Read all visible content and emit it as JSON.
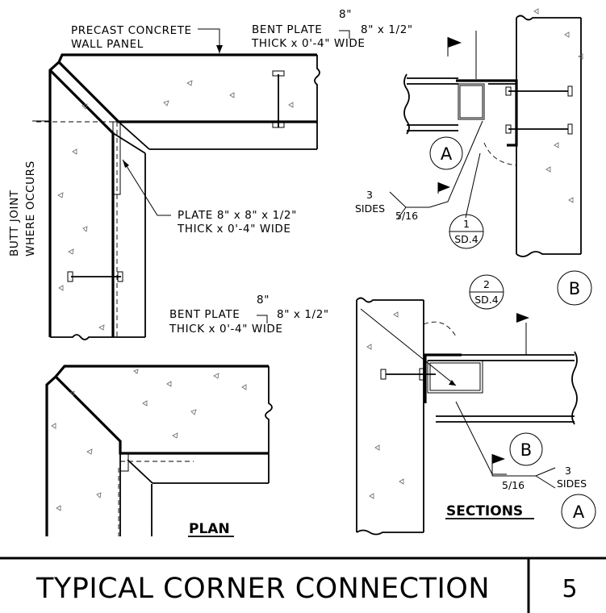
{
  "plan_detail": {
    "wall_panel_label_line1": "PRECAST CONCRETE",
    "wall_panel_label_line2": "WALL PANEL",
    "butt_joint_line1": "BUTT JOINT",
    "butt_joint_line2": "WHERE OCCURS",
    "plate_label_line1": "PLATE 8\" x 8\" x 1/2\"",
    "plate_label_line2": "THICK x 0'-4\" WIDE",
    "bent_plate_upper": {
      "dim_top": "8\"",
      "line1_left": "BENT PLATE",
      "line1_right": "8\" x 1/2\"",
      "line2": "THICK x 0'-4\" WIDE"
    },
    "bent_plate_lower": {
      "dim_top": "8\"",
      "line1_left": "BENT PLATE",
      "line1_right": "8\" x 1/2\"",
      "line2": "THICK x 0'-4\" WIDE"
    },
    "heading": "PLAN"
  },
  "section_details": {
    "weld_a": {
      "count": "3",
      "sides": "SIDES",
      "size": "5/16"
    },
    "weld_b": {
      "count": "3",
      "sides": "SIDES",
      "size": "5/16"
    },
    "callout_1": {
      "number": "1",
      "sheet": "SD.4"
    },
    "callout_2": {
      "number": "2",
      "sheet": "SD.4"
    },
    "marker_a_upper": "A",
    "marker_b_lower": "B",
    "section_tag_b": "B",
    "section_tag_a": "A",
    "heading": "SECTIONS"
  },
  "title_block": {
    "title": "TYPICAL CORNER CONNECTION",
    "detail_number": "5"
  }
}
